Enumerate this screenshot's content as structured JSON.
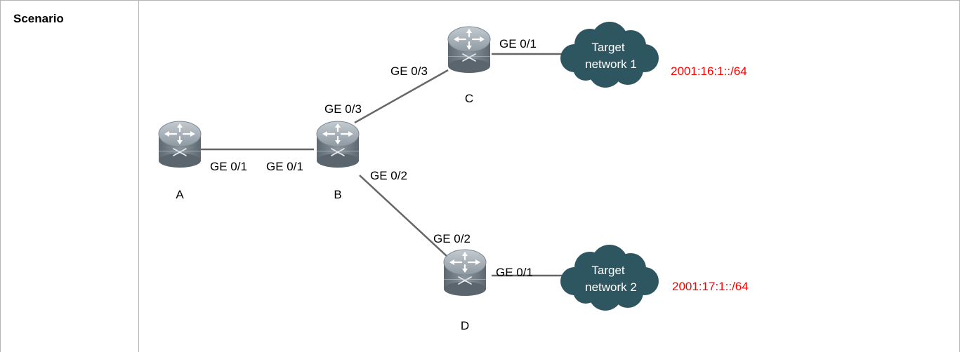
{
  "table": {
    "row_label": "Scenario"
  },
  "diagram": {
    "routers": [
      {
        "id": "A",
        "label": "A"
      },
      {
        "id": "B",
        "label": "B"
      },
      {
        "id": "C",
        "label": "C"
      },
      {
        "id": "D",
        "label": "D"
      }
    ],
    "links": [
      {
        "from": "A",
        "to": "B",
        "from_port": "GE 0/1",
        "to_port": "GE 0/1"
      },
      {
        "from": "B",
        "to": "C",
        "from_port": "GE 0/3",
        "to_port": "GE 0/3"
      },
      {
        "from": "B",
        "to": "D",
        "from_port": "GE 0/2",
        "to_port": "GE 0/2"
      },
      {
        "from": "C",
        "to": "Target network 1",
        "from_port": "GE 0/1"
      },
      {
        "from": "D",
        "to": "Target network 2",
        "from_port": "GE 0/1"
      }
    ],
    "networks": [
      {
        "line1": "Target",
        "line2": "network 1",
        "prefix": "2001:16:1::/64"
      },
      {
        "line1": "Target",
        "line2": "network 2",
        "prefix": "2001:17:1::/64"
      }
    ]
  },
  "colors": {
    "router_top": "#a9b1b8",
    "router_body": "#6e7a84",
    "cloud": "#2d5661",
    "link": "#666666",
    "prefix_text": "#ff0000",
    "frame": "#b5b5b5"
  }
}
